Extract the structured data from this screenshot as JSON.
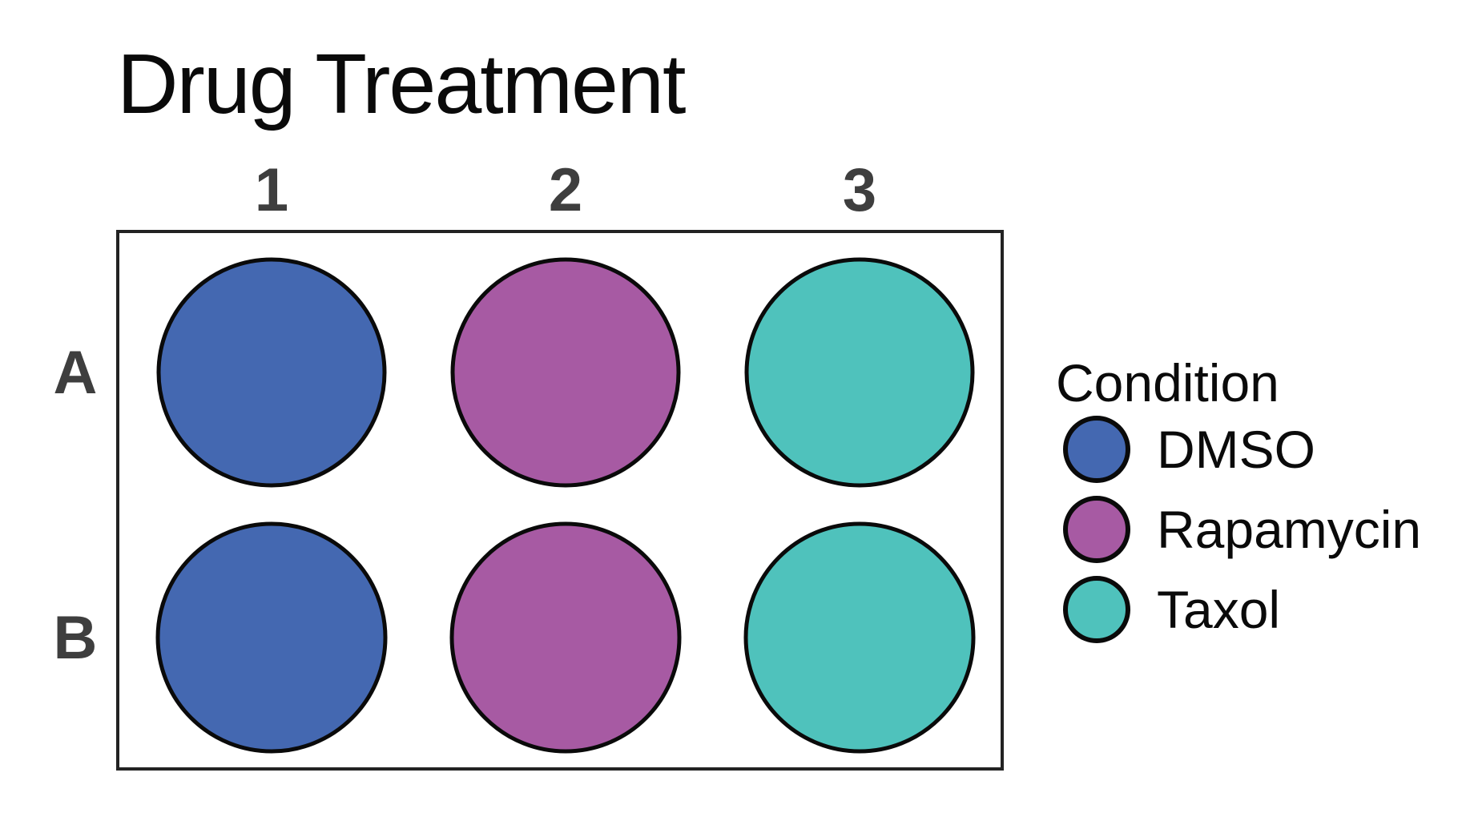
{
  "title": "Drug Treatment",
  "colors": {
    "dmso_blue": "#4468B1",
    "rapamycin_purple": "#A75AA3",
    "taxol_teal": "#4FC2BC",
    "axis_label_gray": "#3e3e3e",
    "well_outline": "#0a0a0a",
    "plate_border": "#222222"
  },
  "plate": {
    "column_labels": [
      "1",
      "2",
      "3"
    ],
    "row_labels": [
      "A",
      "B"
    ],
    "wells": [
      {
        "well_id": "A1",
        "row": "A",
        "col": "1",
        "condition": "DMSO",
        "color": "#4468B1"
      },
      {
        "well_id": "A2",
        "row": "A",
        "col": "2",
        "condition": "Rapamycin",
        "color": "#A75AA3"
      },
      {
        "well_id": "A3",
        "row": "A",
        "col": "3",
        "condition": "Taxol",
        "color": "#4FC2BC"
      },
      {
        "well_id": "B1",
        "row": "B",
        "col": "1",
        "condition": "DMSO",
        "color": "#4468B1"
      },
      {
        "well_id": "B2",
        "row": "B",
        "col": "2",
        "condition": "Rapamycin",
        "color": "#A75AA3"
      },
      {
        "well_id": "B3",
        "row": "B",
        "col": "3",
        "condition": "Taxol",
        "color": "#4FC2BC"
      }
    ]
  },
  "legend": {
    "title": "Condition",
    "items": [
      {
        "label": "DMSO",
        "color": "#4468B1"
      },
      {
        "label": "Rapamycin",
        "color": "#A75AA3"
      },
      {
        "label": "Taxol",
        "color": "#4FC2BC"
      }
    ]
  },
  "chart_data": {
    "type": "table",
    "title": "Drug Treatment",
    "columns": [
      "1",
      "2",
      "3"
    ],
    "rows": [
      "A",
      "B"
    ],
    "cells": [
      [
        "DMSO",
        "Rapamycin",
        "Taxol"
      ],
      [
        "DMSO",
        "Rapamycin",
        "Taxol"
      ]
    ],
    "legend_title": "Condition",
    "legend_entries": [
      "DMSO",
      "Rapamycin",
      "Taxol"
    ],
    "legend_position": "right"
  }
}
